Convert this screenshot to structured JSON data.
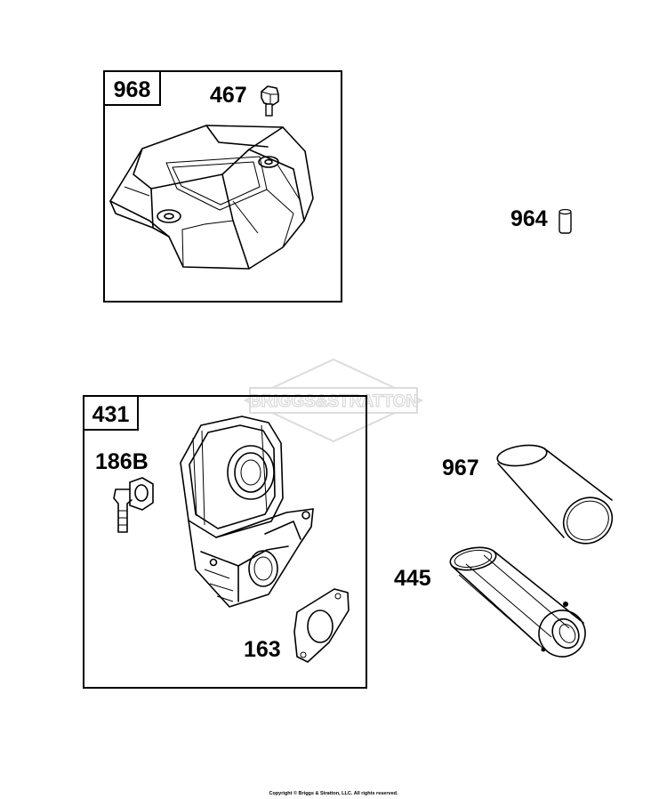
{
  "watermark": "BRIGGS&STRATTON",
  "copyright": "Copyright © Briggs & Stratton, LLC. All rights reserved.",
  "kits": [
    {
      "id": "968"
    },
    {
      "id": "431"
    }
  ],
  "parts": [
    {
      "id": "467"
    },
    {
      "id": "964"
    },
    {
      "id": "186B"
    },
    {
      "id": "163"
    },
    {
      "id": "967"
    },
    {
      "id": "445"
    }
  ]
}
